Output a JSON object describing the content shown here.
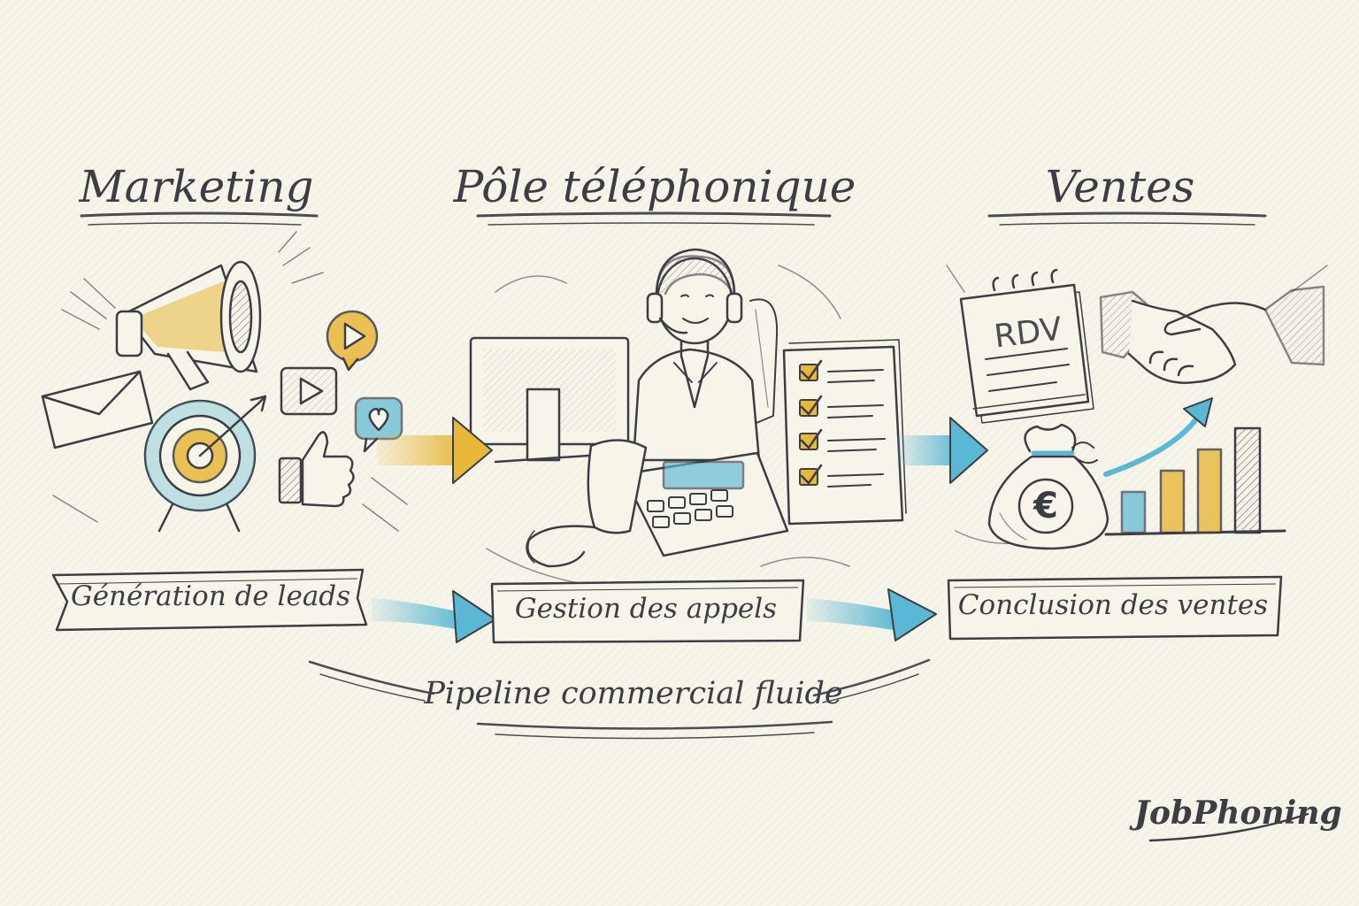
{
  "stages": [
    {
      "title": "Marketing",
      "label": "Génération de leads"
    },
    {
      "title": "Pôle téléphonique",
      "label": "Gestion des appels"
    },
    {
      "title": "Ventes",
      "label": "Conclusion des ventes"
    }
  ],
  "calendar_text": "RDV",
  "currency_symbol": "€",
  "tagline": "Pipeline commercial fluide",
  "brand": "JobPhoning",
  "colors": {
    "ink": "#3b3e44",
    "accent_yellow": "#e8b83a",
    "accent_blue": "#5ab8d4",
    "paper": "#f7f4ea"
  },
  "icons": [
    "megaphone-icon",
    "email-icon",
    "target-icon",
    "video-play-icon",
    "play-bubble-icon",
    "heart-bubble-icon",
    "thumbs-up-icon",
    "operator-with-headset",
    "computer-monitor-icon",
    "desk-phone-icon",
    "checklist-icon",
    "calendar-icon",
    "handshake-icon",
    "money-bag-icon",
    "growth-bar-chart-icon"
  ]
}
